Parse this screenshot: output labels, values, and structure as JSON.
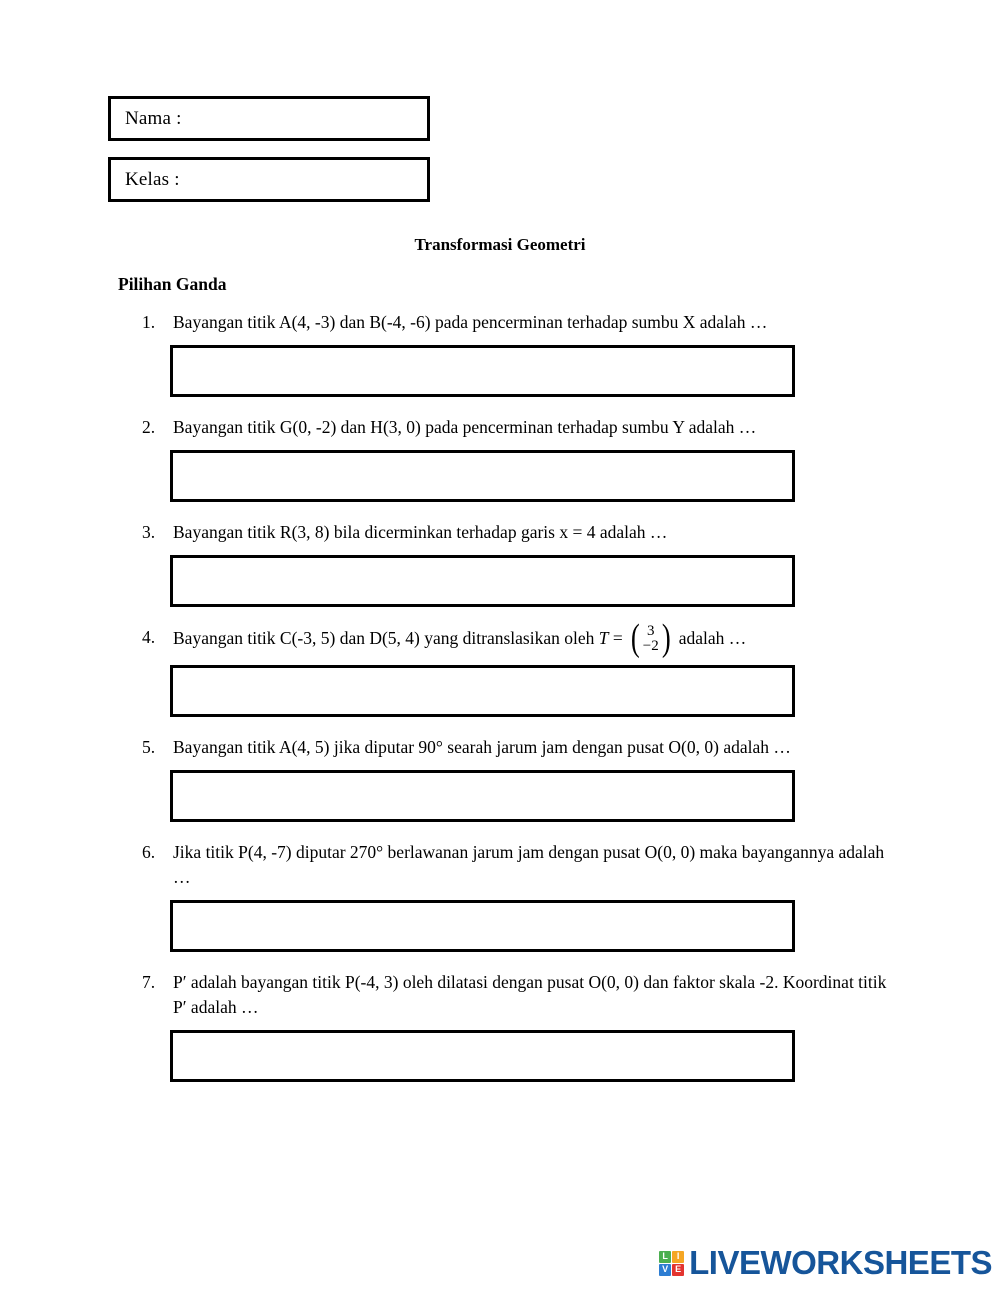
{
  "header": {
    "fields": [
      {
        "label": "Nama :",
        "value": ""
      },
      {
        "label": "Kelas :",
        "value": ""
      }
    ]
  },
  "document": {
    "title": "Transformasi Geometri",
    "section_heading": "Pilihan Ganda"
  },
  "questions": [
    {
      "number": "1.",
      "text": "Bayangan titik A(4, -3) dan B(-4, -6) pada pencerminan terhadap sumbu X adalah …",
      "answer_value": "",
      "has_matrix": false
    },
    {
      "number": "2.",
      "text": "Bayangan titik G(0, -2) dan H(3, 0) pada pencerminan terhadap sumbu Y adalah …",
      "answer_value": "",
      "has_matrix": false
    },
    {
      "number": "3.",
      "text": "Bayangan titik R(3, 8) bila dicerminkan terhadap garis x = 4  adalah …",
      "answer_value": "",
      "has_matrix": false
    },
    {
      "number": "4.",
      "text_before": "Bayangan titik C(-3, 5) dan D(5, 4) yang ditranslasikan oleh ",
      "matrix_symbol": "T",
      "matrix_equals": "=",
      "matrix_top": "3",
      "matrix_bottom": "−2",
      "text_after": " adalah …",
      "answer_value": "",
      "has_matrix": true
    },
    {
      "number": "5.",
      "text": "Bayangan titik A(4, 5) jika diputar 90° searah jarum jam dengan pusat O(0, 0) adalah …",
      "answer_value": "",
      "has_matrix": false
    },
    {
      "number": "6.",
      "text": "Jika titik P(4, -7) diputar 270° berlawanan jarum jam dengan pusat O(0, 0) maka bayangannya adalah …",
      "answer_value": "",
      "has_matrix": false
    },
    {
      "number": "7.",
      "text": "P′ adalah bayangan titik P(-4, 3) oleh dilatasi dengan pusat O(0, 0) dan faktor skala -2. Koordinat titik P′ adalah …",
      "answer_value": "",
      "has_matrix": false
    }
  ],
  "footer": {
    "brand_word": "LIVEWORKSHEETS",
    "brand_tiles": [
      {
        "letter": "L",
        "color": "#4CAF50"
      },
      {
        "letter": "I",
        "color": "#F5A623"
      },
      {
        "letter": "V",
        "color": "#2D7DD2"
      },
      {
        "letter": "E",
        "color": "#E3342F"
      }
    ],
    "brand_word_color": "#16559A"
  }
}
